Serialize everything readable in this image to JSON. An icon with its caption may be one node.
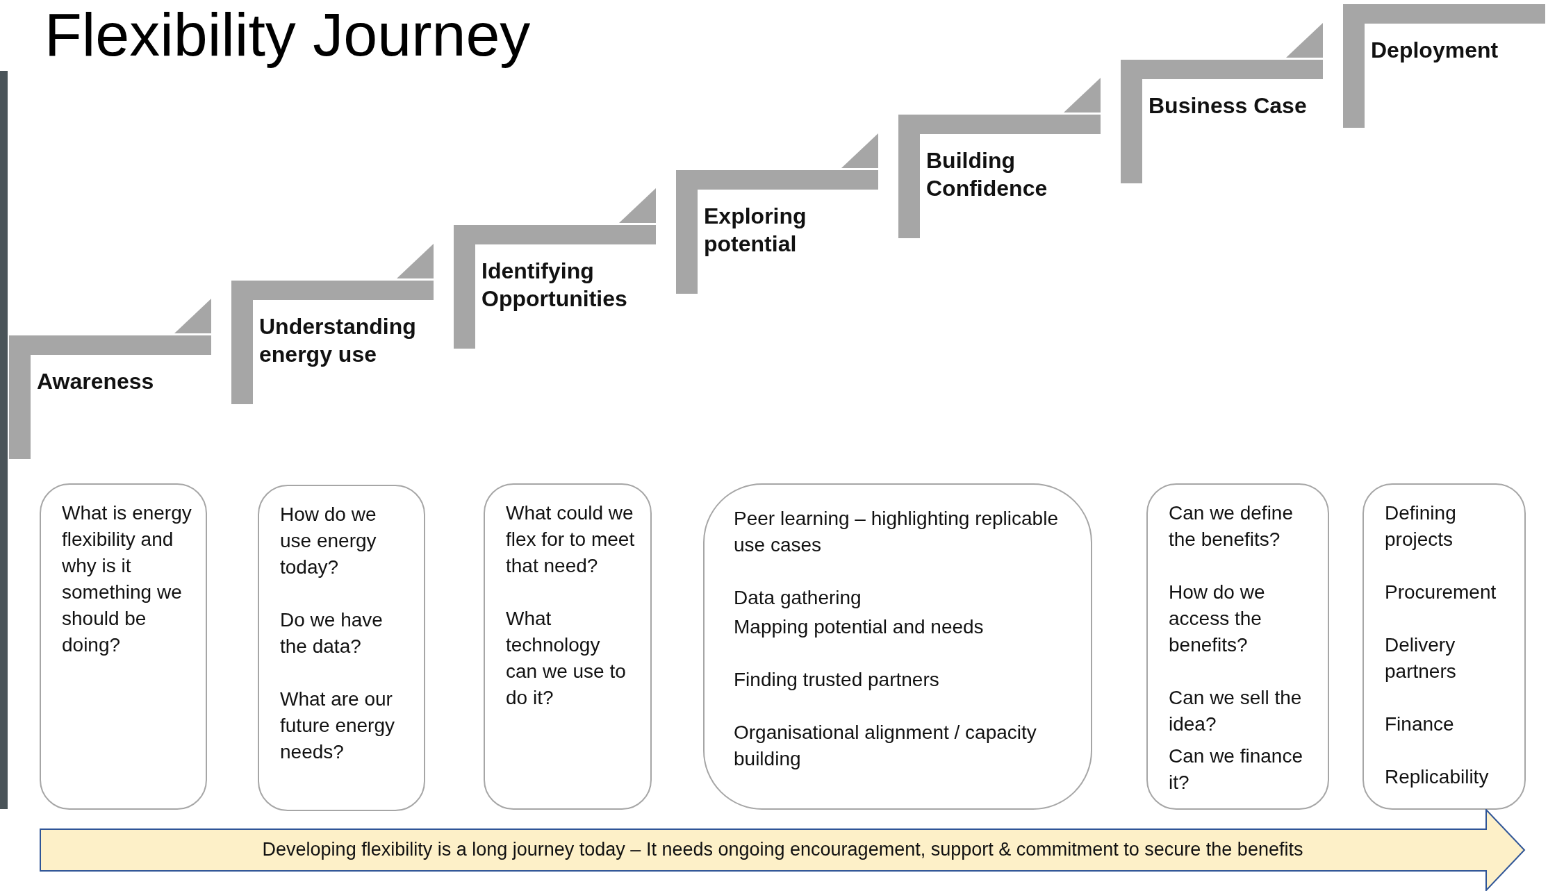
{
  "diagram": {
    "title": "Flexibility Journey",
    "nodes": [
      {
        "text": [
          "Awareness"
        ]
      },
      {
        "text": [
          "Understanding energy use"
        ]
      },
      {
        "text": [
          "Identifying Opportunities"
        ]
      },
      {
        "text": [
          "Exploring potential"
        ]
      },
      {
        "text": [
          "Building Confidence"
        ]
      },
      {
        "text": [
          "Business Case"
        ]
      },
      {
        "text": [
          "Deployment"
        ]
      },
      {
        "text": [
          "What is energy flexibility and why is it something we should be doing?"
        ]
      },
      {
        "text": [
          "How do we use energy today?",
          "Do we have the data?",
          "What are our future energy needs?"
        ]
      },
      {
        "text": [
          "What could we flex for to meet that need?",
          "What technology can we use to do it?"
        ]
      },
      {
        "text": [
          "Peer learning – highlighting replicable use cases",
          "Data gathering",
          "Mapping potential and needs",
          "Finding trusted partners",
          "Organisational alignment / capacity building"
        ]
      },
      {
        "text": [
          "Can we define the benefits?",
          "How do we access the benefits?",
          "Can we sell the idea?",
          "Can we finance it?"
        ]
      },
      {
        "text": [
          "Defining projects",
          "Procurement",
          "Delivery partners",
          "Finance",
          "Replicability"
        ]
      },
      {
        "text": [
          "Developing flexibility is a long journey today – It needs ongoing encouragement, support & commitment to secure the benefits"
        ]
      }
    ],
    "edges": []
  }
}
